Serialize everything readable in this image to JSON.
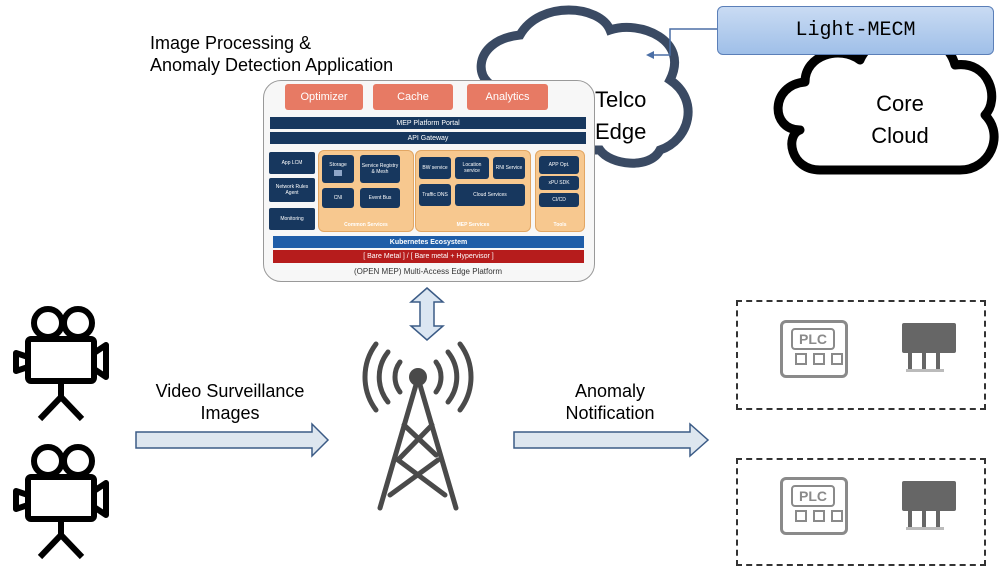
{
  "app_title": "Image Processing & Anomaly Detection Application",
  "app_title_lines": [
    "Image Processing &",
    "Anomaly Detection Application"
  ],
  "mep": {
    "top_buttons": [
      "Optimizer",
      "Cache",
      "Analytics"
    ],
    "portal": "MEP Platform Portal",
    "gateway": "API Gateway",
    "side": [
      "App LCM",
      "Network Rules Agent",
      "Monitoring"
    ],
    "common": {
      "items": [
        "Storage",
        "Service Registry & Mesh",
        "CNI",
        "Event Bus"
      ],
      "label": "Common Services"
    },
    "mep_services": {
      "items": [
        "BW service",
        "Location service",
        "RNI Service",
        "Traffic DNS",
        "Cloud Services"
      ],
      "label": "MEP Services"
    },
    "tools": {
      "items": [
        "APP Opt.",
        "xPU SDK",
        "CI/CD"
      ],
      "label": "Tools"
    },
    "kubernetes": "Kubernetes Ecosystem",
    "bare_metal": "[ Bare Metal ] / [ Bare metal + Hypervisor ]",
    "caption": "(OPEN MEP) Multi-Access Edge Platform"
  },
  "telco_edge": [
    "Telco",
    "Edge"
  ],
  "core_cloud": [
    "Core",
    "Cloud"
  ],
  "light_mecm": "Light-MECM",
  "video_label": [
    "Video Surveillance",
    "Images"
  ],
  "anomaly_label": [
    "Anomaly",
    "Notification"
  ],
  "plc_label": "PLC",
  "icons": [
    "video-camera-icon",
    "radio-tower-icon",
    "plc-icon",
    "relay-icon",
    "cloud-icon",
    "double-arrow-icon"
  ],
  "colors": {
    "navy": "#17375e",
    "salmon": "#e77a64",
    "orange": "#f7c88f",
    "k8s_blue": "#1f5da8",
    "bare_red": "#b61c1c",
    "mecm_blue": "#9fbfe8"
  }
}
